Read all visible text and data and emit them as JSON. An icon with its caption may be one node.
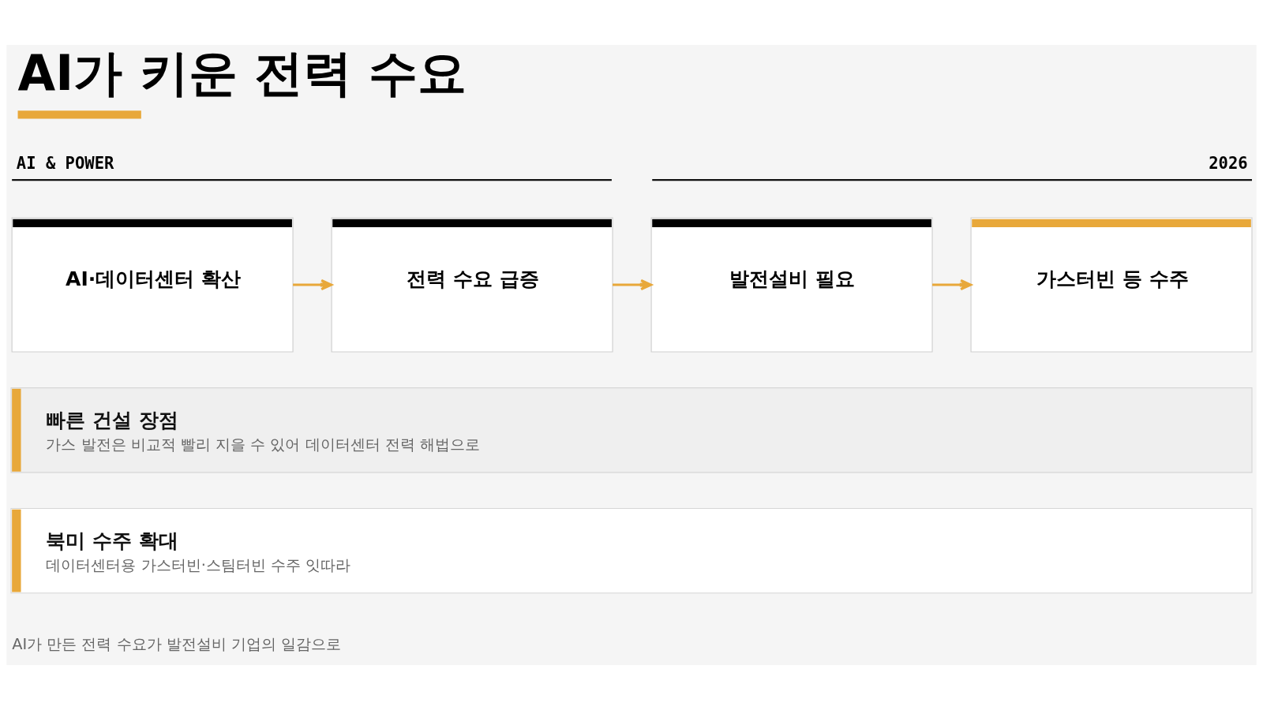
{
  "diagram": {
    "title": "AI가 키운 전력 수요",
    "nodes": [
      {
        "text": [
          "AI·데이터센터 확산"
        ]
      },
      {
        "text": [
          "전력 수요 급증"
        ]
      },
      {
        "text": [
          "발전설비 필요"
        ]
      },
      {
        "text": [
          "가스터빈 등 수주"
        ]
      },
      {
        "text": [
          "빠른 건설 장점",
          "가스 발전은 비교적 빨리 지을 수 있어 데이터센터 전력 해법으로"
        ]
      },
      {
        "text": [
          "북미 수주 확대",
          "데이터센터용 가스터빈·스팀터빈 수주 잇따라"
        ]
      }
    ],
    "edges": [
      {
        "from": 0,
        "to": 1,
        "arrow": "to"
      },
      {
        "from": 1,
        "to": 2,
        "arrow": "to"
      },
      {
        "from": 2,
        "to": 3,
        "arrow": "to"
      }
    ],
    "labels": [
      "AI & POWER",
      "2026",
      "AI가 만든 전력 수요가 발전설비 기업의 일감으로"
    ]
  }
}
